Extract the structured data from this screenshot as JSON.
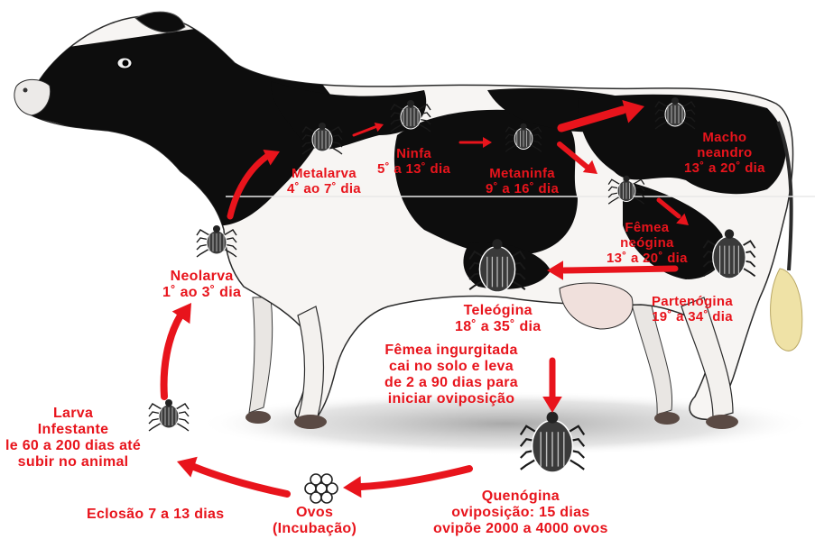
{
  "colors": {
    "label": "#e8141c",
    "arrow": "#e8141c",
    "cow_black": "#0d0d0d",
    "cow_white": "#f7f5f3",
    "hoof": "#5a4a44",
    "tail_tuft": "#efe2a6",
    "tick": "#1a1a1a"
  },
  "stages": {
    "metalarva": {
      "name": "Metalarva",
      "period": "4˚ ao 7˚ dia"
    },
    "ninfa": {
      "name": "Ninfa",
      "period": "5˚ a 13˚ dia"
    },
    "metaninfa": {
      "name": "Metaninfa",
      "period": "9˚ a 16˚ dia"
    },
    "macho": {
      "name": "Macho",
      "name2": "neandro",
      "period": "13˚ a 20˚ dia"
    },
    "femea_neogina": {
      "name": "Fêmea",
      "name2": "neógina",
      "period": "13˚ a 20˚ dia"
    },
    "partenogina": {
      "name": "Partenógina",
      "period": "19˚ a 34˚ dia"
    },
    "teleogina": {
      "name": "Teleógina",
      "period": "18˚ a 35˚ dia"
    },
    "neolarva": {
      "name": "Neolarva",
      "period": "1˚ ao 3˚ dia"
    },
    "ingurgitada": {
      "line1": "Fêmea ingurgitada",
      "line2": "cai no solo e leva",
      "line3": "de 2 a 90 dias para",
      "line4": "iniciar oviposição"
    },
    "larva_infestante": {
      "line1": "Larva",
      "line2": "Infestante",
      "line3": "le 60 a 200 dias até",
      "line4": "subir no animal"
    },
    "quenogina": {
      "name": "Quenógina",
      "line2": "oviposição: 15 dias",
      "line3": "ovipõe 2000 a 4000 ovos"
    },
    "ovos": {
      "name": "Ovos",
      "line2": "(Incubação)"
    },
    "eclosao": {
      "text": "Eclosão 7 a 13 dias"
    }
  },
  "icons": [
    "cow-illustration",
    "tick-icon",
    "egg-cluster-icon",
    "arrow-icon"
  ]
}
